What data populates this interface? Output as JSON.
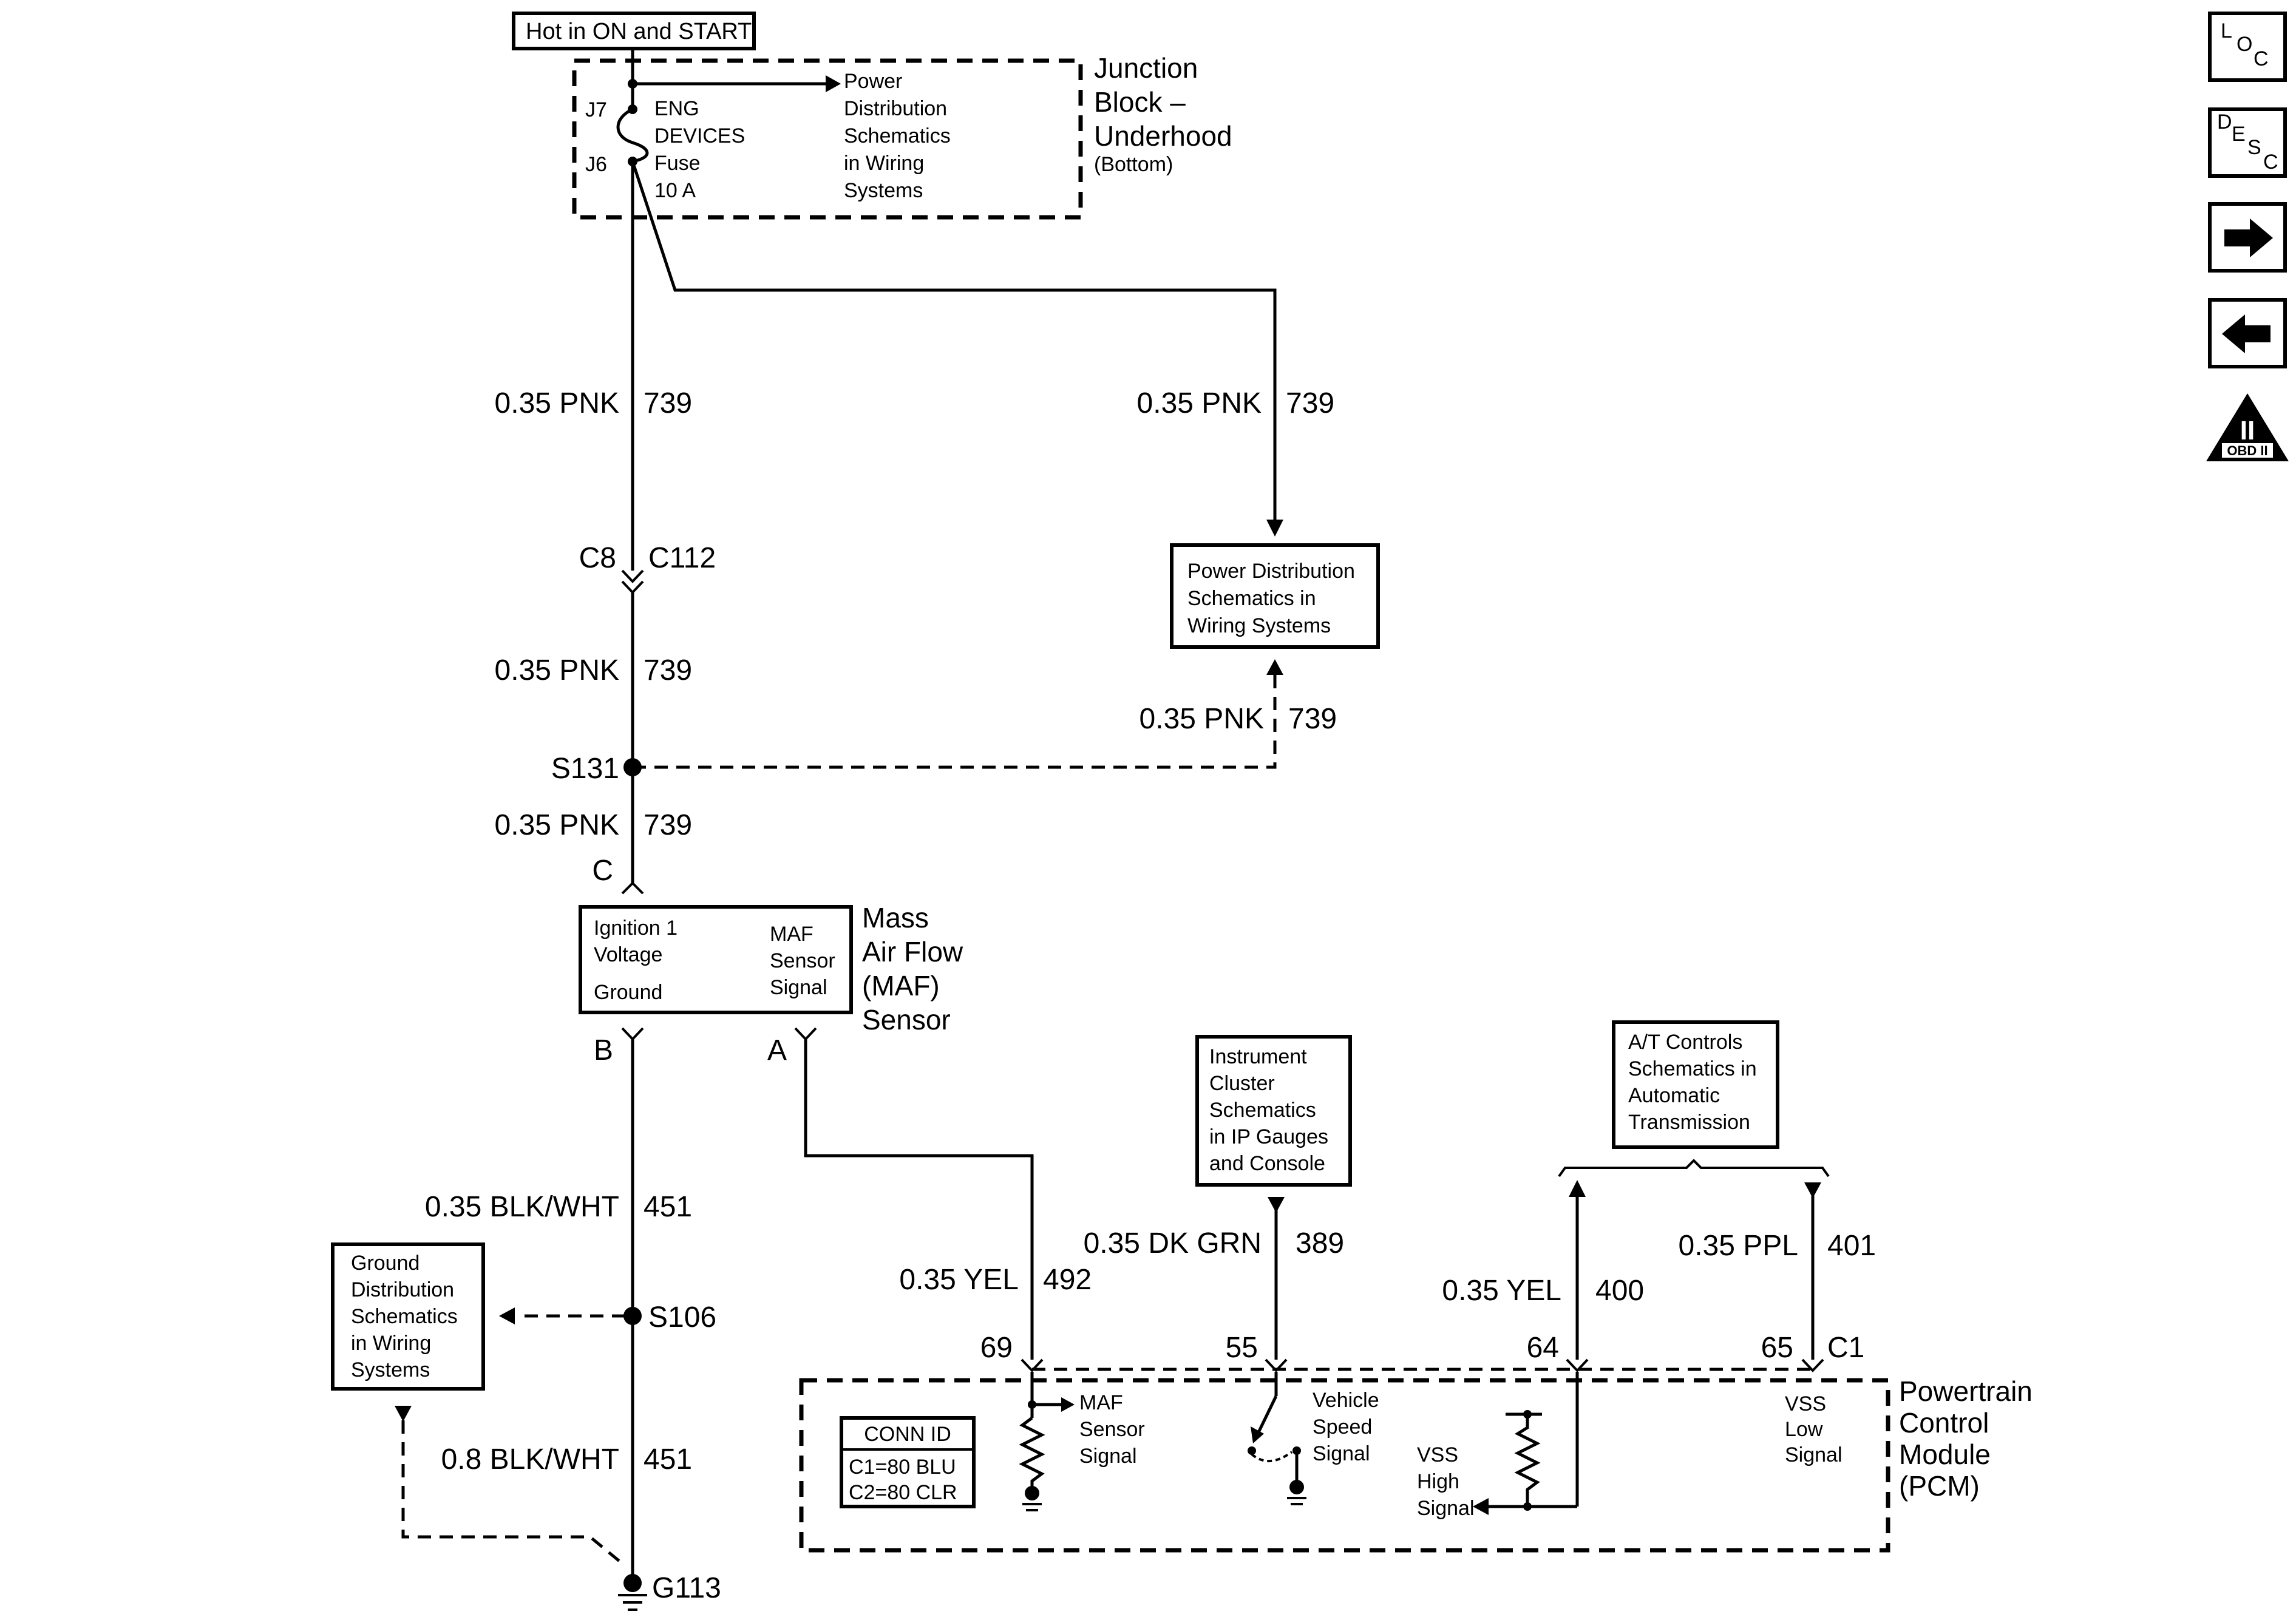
{
  "hot_label": "Hot in ON and START",
  "junction_block": {
    "title_lines": [
      "Junction",
      "Block –",
      "Underhood"
    ],
    "subtitle": "(Bottom)",
    "pin_top": "J7",
    "pin_bottom": "J6",
    "fuse_lines": [
      "ENG",
      "DEVICES",
      "Fuse",
      "10 A"
    ],
    "ref_lines": [
      "Power",
      "Distribution",
      "Schematics",
      "in Wiring",
      "Systems"
    ]
  },
  "wires": {
    "w1_gauge": "0.35 PNK",
    "w1_circuit": "739",
    "w2_gauge": "0.35 PNK",
    "w2_circuit": "739",
    "w3_gauge": "0.35 PNK",
    "w3_circuit": "739",
    "w4_gauge": "0.35 PNK",
    "w4_circuit": "739",
    "w5_gauge": "0.35 PNK",
    "w5_circuit": "739",
    "w6_gauge": "0.35 BLK/WHT",
    "w6_circuit": "451",
    "w7_gauge": "0.8 BLK/WHT",
    "w7_circuit": "451",
    "w8_gauge": "0.35 YEL",
    "w8_circuit": "492",
    "w9_gauge": "0.35 DK GRN",
    "w9_circuit": "389",
    "w10_gauge": "0.35 YEL",
    "w10_circuit": "400",
    "w11_gauge": "0.35 PPL",
    "w11_circuit": "401"
  },
  "connectors": {
    "c8": "C8",
    "c112": "C112",
    "maf_c": "C",
    "maf_b": "B",
    "maf_a": "A",
    "pcm_69": "69",
    "pcm_55": "55",
    "pcm_64": "64",
    "pcm_65": "65",
    "pcm_c1": "C1"
  },
  "splices": {
    "s131": "S131",
    "s106": "S106"
  },
  "ground": {
    "g113": "G113"
  },
  "power_dist_box": [
    "Power Distribution",
    "Schematics in",
    "Wiring Systems"
  ],
  "maf_sensor": {
    "title_lines": [
      "Mass",
      "Air Flow",
      "(MAF)",
      "Sensor"
    ],
    "ign_lines": [
      "Ignition 1",
      "Voltage"
    ],
    "ground": "Ground",
    "signal_lines": [
      "MAF",
      "Sensor",
      "Signal"
    ]
  },
  "ground_dist_box": [
    "Ground",
    "Distribution",
    "Schematics",
    "in Wiring",
    "Systems"
  ],
  "instrument_box": [
    "Instrument",
    "Cluster",
    "Schematics",
    "in IP Gauges",
    "and Console"
  ],
  "at_box": [
    "A/T Controls",
    "Schematics in",
    "Automatic",
    "Transmission"
  ],
  "pcm": {
    "title_lines": [
      "Powertrain",
      "Control",
      "Module",
      "(PCM)"
    ],
    "conn_id_title": "CONN ID",
    "conn_id_lines": [
      "C1=80 BLU",
      "C2=80 CLR"
    ],
    "maf_signal_lines": [
      "MAF",
      "Sensor",
      "Signal"
    ],
    "vss_lines": [
      "Vehicle",
      "Speed",
      "Signal"
    ],
    "vss_high_lines": [
      "VSS",
      "High",
      "Signal"
    ],
    "vss_low_lines": [
      "VSS",
      "Low",
      "Signal"
    ]
  },
  "nav": {
    "loc_letters": [
      "L",
      "O",
      "C"
    ],
    "desc_letters": [
      "D",
      "E",
      "S",
      "C"
    ],
    "forward_icon": "arrow-right-icon",
    "back_icon": "arrow-left-icon",
    "obd_roman": "II",
    "obd_label": "OBD II"
  }
}
